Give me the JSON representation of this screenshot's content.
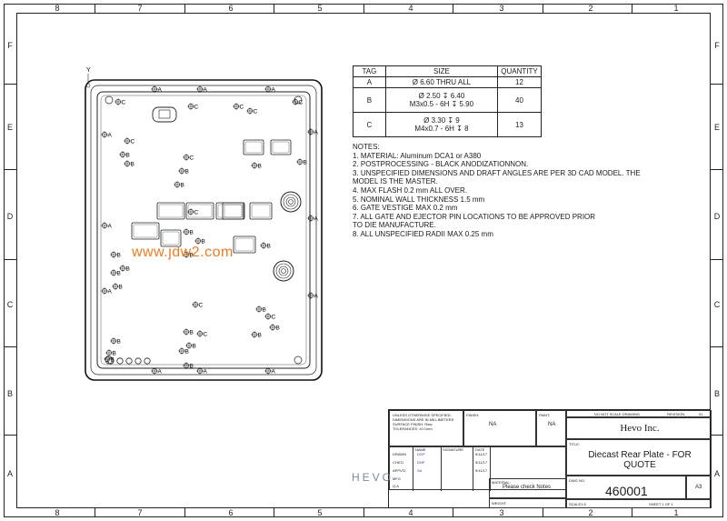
{
  "border": {
    "columns": [
      "8",
      "7",
      "6",
      "5",
      "4",
      "3",
      "2",
      "1"
    ],
    "rows": [
      "F",
      "E",
      "D",
      "C",
      "B",
      "A"
    ]
  },
  "axis_label": "Y",
  "tag_table": {
    "headers": [
      "TAG",
      "SIZE",
      "QUANTITY"
    ],
    "rows": [
      {
        "tag": "A",
        "size": [
          "Ø 6.60 THRU ALL"
        ],
        "qty": "12"
      },
      {
        "tag": "B",
        "size": [
          "Ø 2.50 ↧ 6.40",
          "M3x0.5 - 6H ↧ 5.90"
        ],
        "qty": "40"
      },
      {
        "tag": "C",
        "size": [
          "Ø 3.30 ↧ 9",
          "M4x0.7 - 6H ↧ 8"
        ],
        "qty": "13"
      }
    ]
  },
  "notes": [
    "NOTES:",
    "1. MATERIAL:  Aluminum DCA1 or A380",
    "2. POSTPROCESSING - BLACK ANODIZATIONNON.",
    "3. UNSPECIFIED DIMENSIONS AND DRAFT ANGLES ARE PER 3D CAD MODEL. THE",
    "MODEL IS THE MASTER.",
    "4. MAX FLASH 0.2 mm ALL OVER.",
    "5. NOMINAL WALL THICKNESS 1.5 mm",
    "6. GATE VESTIGE MAX 0.2 mm",
    "7. ALL GATE AND EJECTOR PIN LOCATIONS TO BE APPROVED PRIOR",
    "TO DIE MANUFACTURE.",
    "8. ALL UNSPECIFIED RADII MAX 0.25 mm"
  ],
  "watermark": "www.jdw2.com",
  "title_block": {
    "unless": [
      "UNLESS OTHERWISE SPECIFIED:",
      "DIMENSIONS ARE IN MILLIMETERS",
      "SURFACE FINISH: Raw",
      "TOLERANCES: ±0.1mm"
    ],
    "finish_label": "FINISH:",
    "finish_value": "NA",
    "paint_label": "PAINT:",
    "paint_value": "NA",
    "do_not_scale": "DO NOT SCALE DRAWING",
    "revision_label": "REVISION",
    "revision_value": "01",
    "company": "Hevo Inc.",
    "name_header": "NAME",
    "signature_header": "SIGNATURE",
    "date_header": "DATE",
    "people": [
      {
        "role": "DRAWN",
        "name": "DGP",
        "date": "9/11/17"
      },
      {
        "role": "CHK'D",
        "name": "DNP",
        "date": "9/11/17"
      },
      {
        "role": "APPV'D",
        "name": "SA",
        "date": "9/11/17"
      },
      {
        "role": "MFG",
        "name": "",
        "date": ""
      },
      {
        "role": "Q.A",
        "name": "",
        "date": ""
      }
    ],
    "title_label": "TITLE:",
    "title": [
      "Diecast Rear Plate - FOR",
      "QUOTE"
    ],
    "material_label": "MATERIAL:",
    "material_value": "Please check Notes",
    "dwg_label": "DWG NO.",
    "dwg_no": "460001",
    "size": "A3",
    "weight_label": "WEIGHT:",
    "scale": "SCALE1:5",
    "sheet": "SHEET 1 OF 1",
    "logo": "HEVO"
  }
}
